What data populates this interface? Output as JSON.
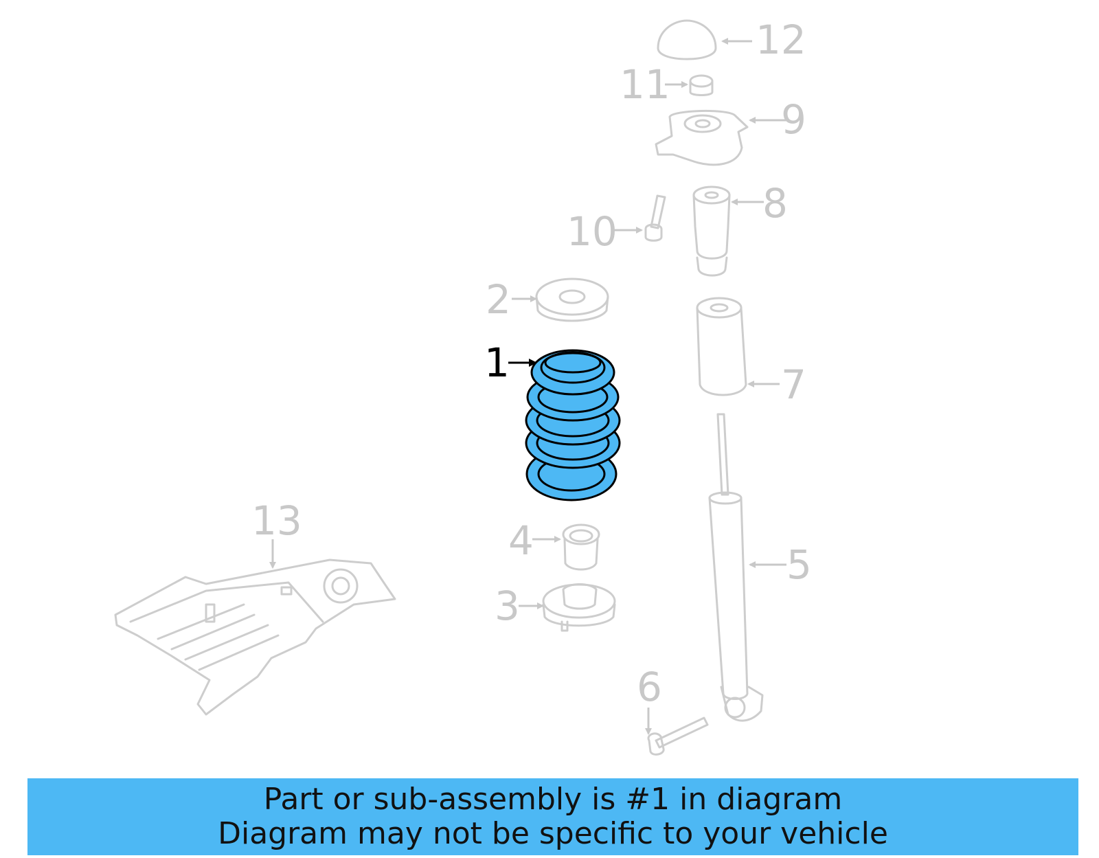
{
  "colors": {
    "highlight": "#4db8f4",
    "banner": "#4db8f4",
    "inactive_part": "#cdcdcd",
    "active_label": "#000000"
  },
  "callouts": {
    "c1": "1",
    "c2": "2",
    "c3": "3",
    "c4": "4",
    "c5": "5",
    "c6": "6",
    "c7": "7",
    "c8": "8",
    "c9": "9",
    "c10": "10",
    "c11": "11",
    "c12": "12",
    "c13": "13"
  },
  "highlighted_part": "1",
  "banner": {
    "line1": "Part or sub-assembly is #1 in diagram",
    "line2": "Diagram may not be specific to your vehicle"
  }
}
